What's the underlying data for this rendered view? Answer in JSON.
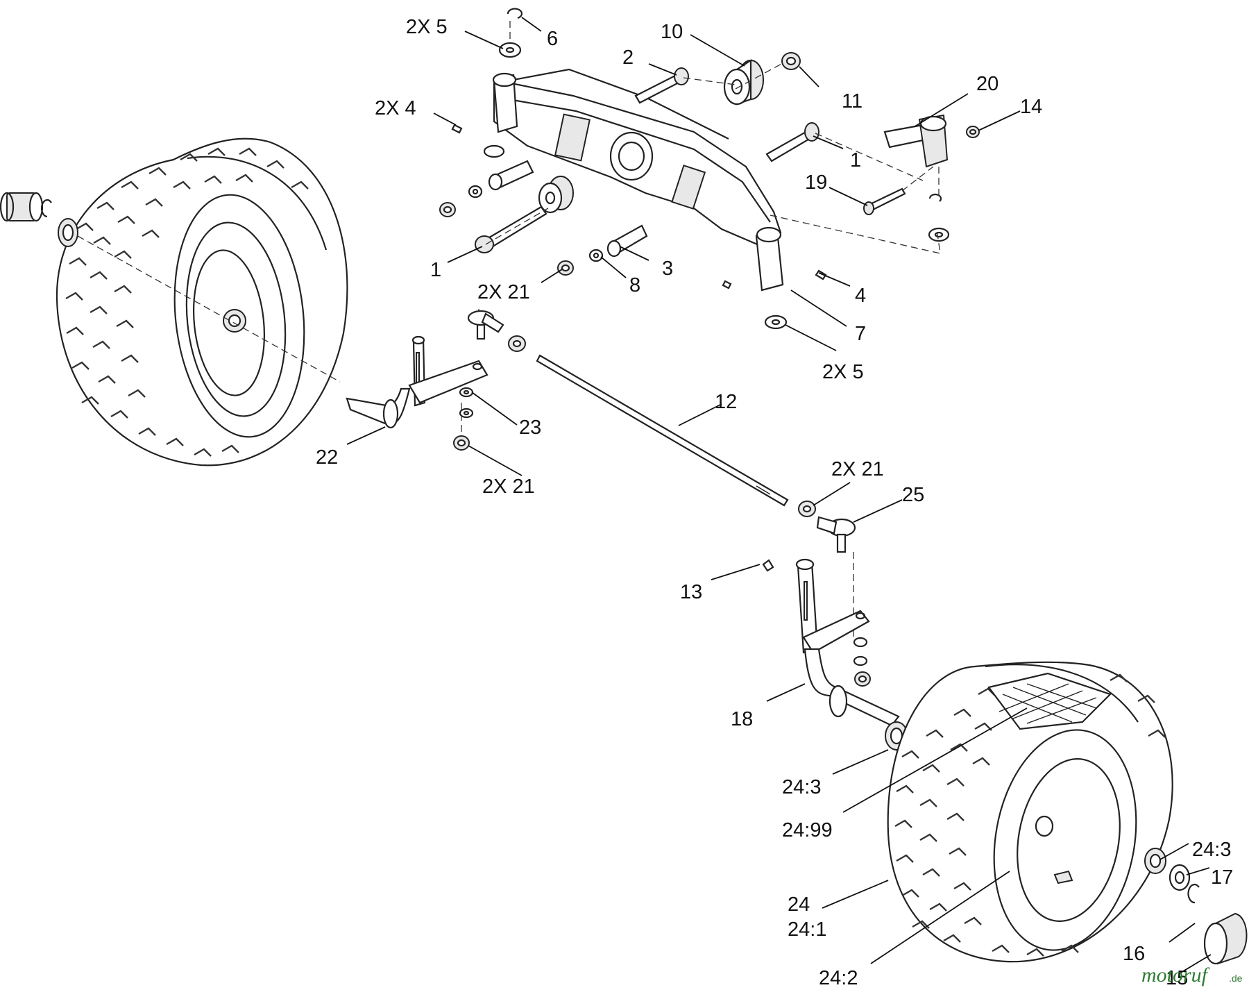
{
  "labels": {
    "l1": "2X  5",
    "l2": "6",
    "l3": "10",
    "l4": "2",
    "l5": "11",
    "l6": "2X  4",
    "l7": "20",
    "l8": "14",
    "l9": "1",
    "l10": "19",
    "l11": "1",
    "l12": "3",
    "l13": "2X  21",
    "l14": "8",
    "l15": "4",
    "l16": "7",
    "l17": "2X  5",
    "l18": "12",
    "l19": "23",
    "l20": "22",
    "l21": "2X  21",
    "l22": "2X  21",
    "l23": "25",
    "l24": "13",
    "l25": "18",
    "l26": "24:3",
    "l27": "24:99",
    "l28": "24",
    "l29": "24:1",
    "l30": "24:2",
    "l31": "24:3",
    "l32": "17",
    "l33": "16",
    "l34": "15"
  },
  "watermark": {
    "brand": "motoruf",
    "tld": ".de"
  }
}
